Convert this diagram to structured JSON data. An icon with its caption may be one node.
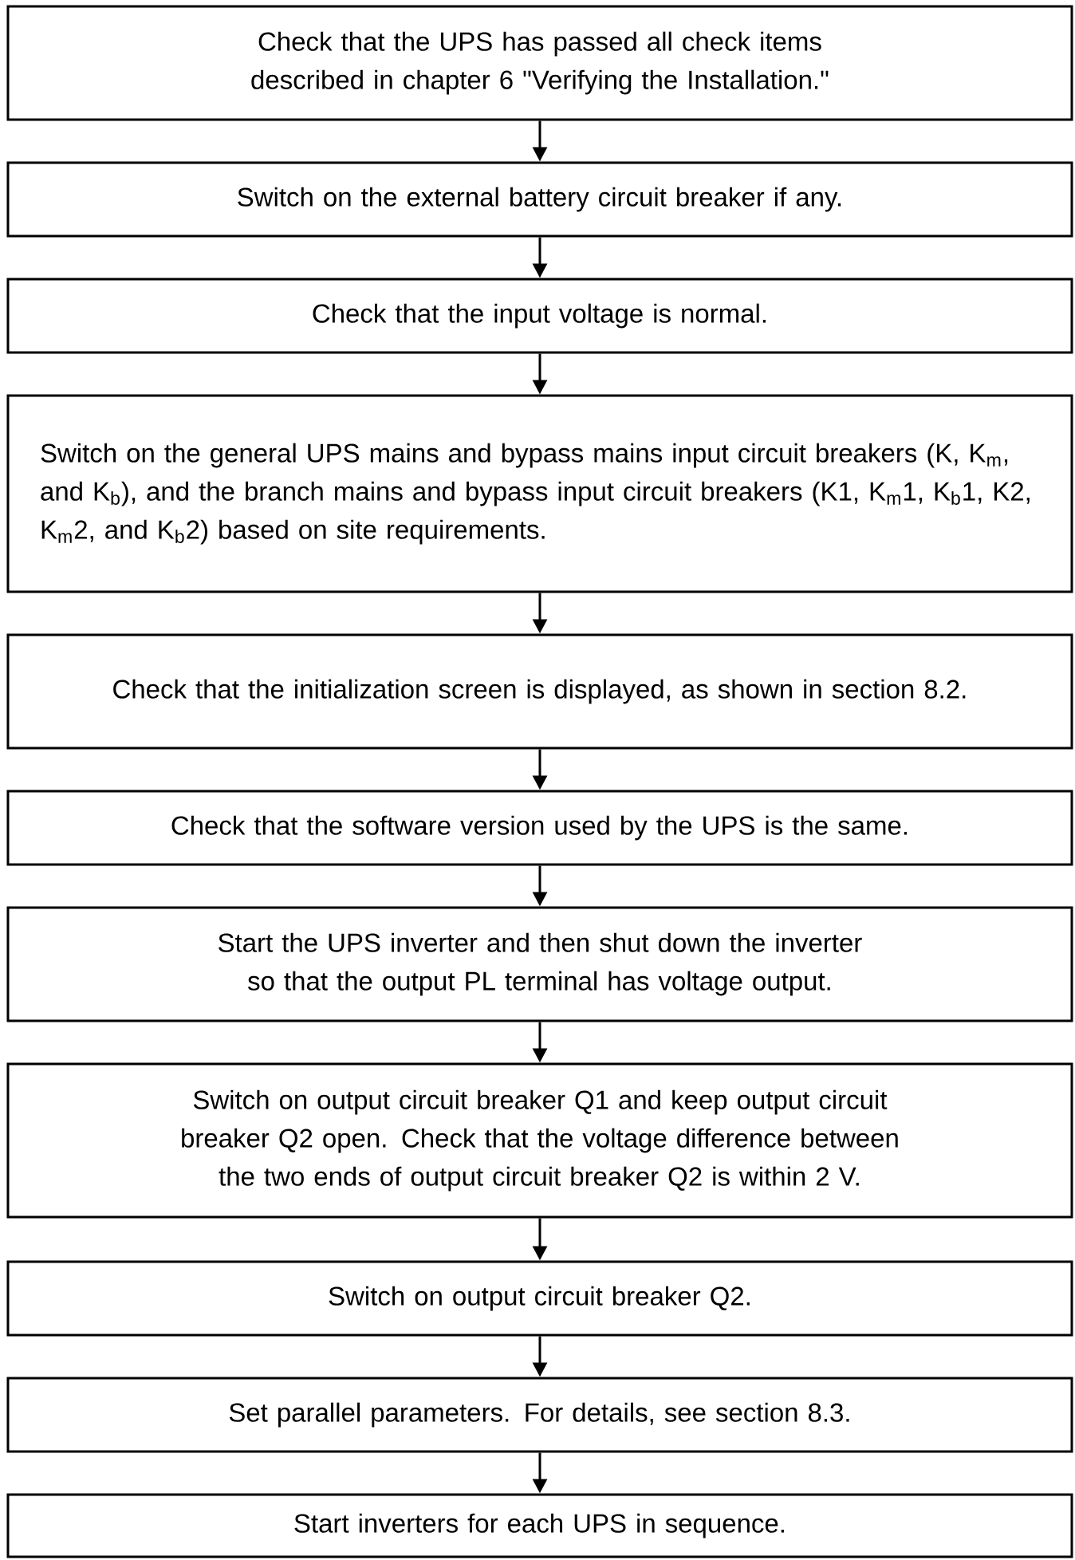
{
  "diagram": {
    "nodes": [
      {
        "text": [
          "Check that the UPS has passed all check items described in chapter 6 \"Verifying the Installation.\""
        ]
      },
      {
        "text": [
          "Switch on the external battery circuit breaker if any."
        ]
      },
      {
        "text": [
          "Check that the input voltage is normal."
        ]
      },
      {
        "text": [
          "Switch on the general UPS mains and bypass mains input circuit breakers (K, K$_{m}$, and K$_{b}$), and the branch mains and bypass input circuit breakers (K1, K$_{m}$1, K$_{b}$1, K2, K$_{m}$2, and K$_{b}$2) based on site requirements."
        ]
      },
      {
        "text": [
          "Check that the initialization screen is displayed, as shown in section 8.2."
        ]
      },
      {
        "text": [
          "Check that the software version used by the UPS is the same."
        ]
      },
      {
        "text": [
          "Start the UPS inverter and then shut down the inverter so that the output PL terminal has voltage output."
        ]
      },
      {
        "text": [
          "Switch on output circuit breaker Q1 and keep output circuit breaker Q2 open. Check that the voltage difference between the two ends of output circuit breaker Q2 is within 2 V."
        ]
      },
      {
        "text": [
          "Switch on output circuit breaker Q2."
        ]
      },
      {
        "text": [
          "Set parallel parameters. For details, see section 8.3."
        ]
      },
      {
        "text": [
          "Start inverters for each UPS in sequence."
        ]
      }
    ],
    "edges": [
      {
        "from": 0,
        "to": 1,
        "arrow": "to"
      },
      {
        "from": 1,
        "to": 2,
        "arrow": "to"
      },
      {
        "from": 2,
        "to": 3,
        "arrow": "to"
      },
      {
        "from": 3,
        "to": 4,
        "arrow": "to"
      },
      {
        "from": 4,
        "to": 5,
        "arrow": "to"
      },
      {
        "from": 5,
        "to": 6,
        "arrow": "to"
      },
      {
        "from": 6,
        "to": 7,
        "arrow": "to"
      },
      {
        "from": 7,
        "to": 8,
        "arrow": "to"
      },
      {
        "from": 8,
        "to": 9,
        "arrow": "to"
      },
      {
        "from": 9,
        "to": 10,
        "arrow": "to"
      }
    ]
  }
}
